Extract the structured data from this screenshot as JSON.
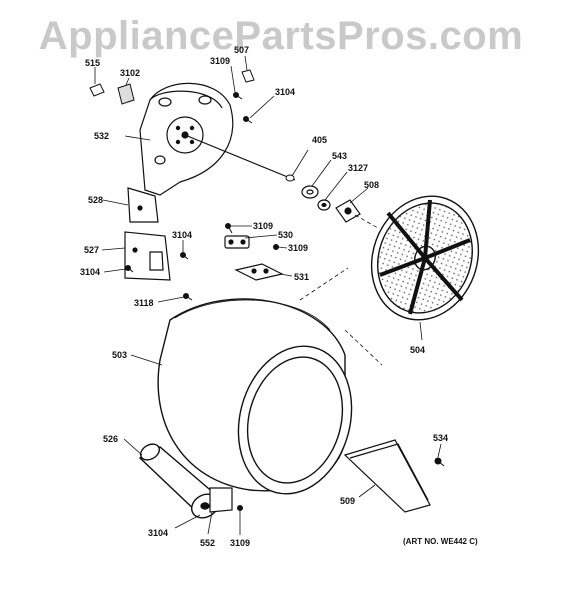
{
  "watermark": "AppliancePartsPros.com",
  "art_number": "(ART NO. WE442 C)",
  "parts": {
    "p515": "515",
    "p3102": "3102",
    "p3109a": "3109",
    "p507": "507",
    "p3104a": "3104",
    "p532": "532",
    "p405": "405",
    "p543": "543",
    "p3127": "3127",
    "p508": "508",
    "p528": "528",
    "p3109b": "3109",
    "p530": "530",
    "p3109c": "3109",
    "p527": "527",
    "p3104b": "3104",
    "p3104c": "3104",
    "p531": "531",
    "p3118": "3118",
    "p504": "504",
    "p503": "503",
    "p534": "534",
    "p526": "526",
    "p509": "509",
    "p3104d": "3104",
    "p552": "552",
    "p3109d": "3109"
  }
}
